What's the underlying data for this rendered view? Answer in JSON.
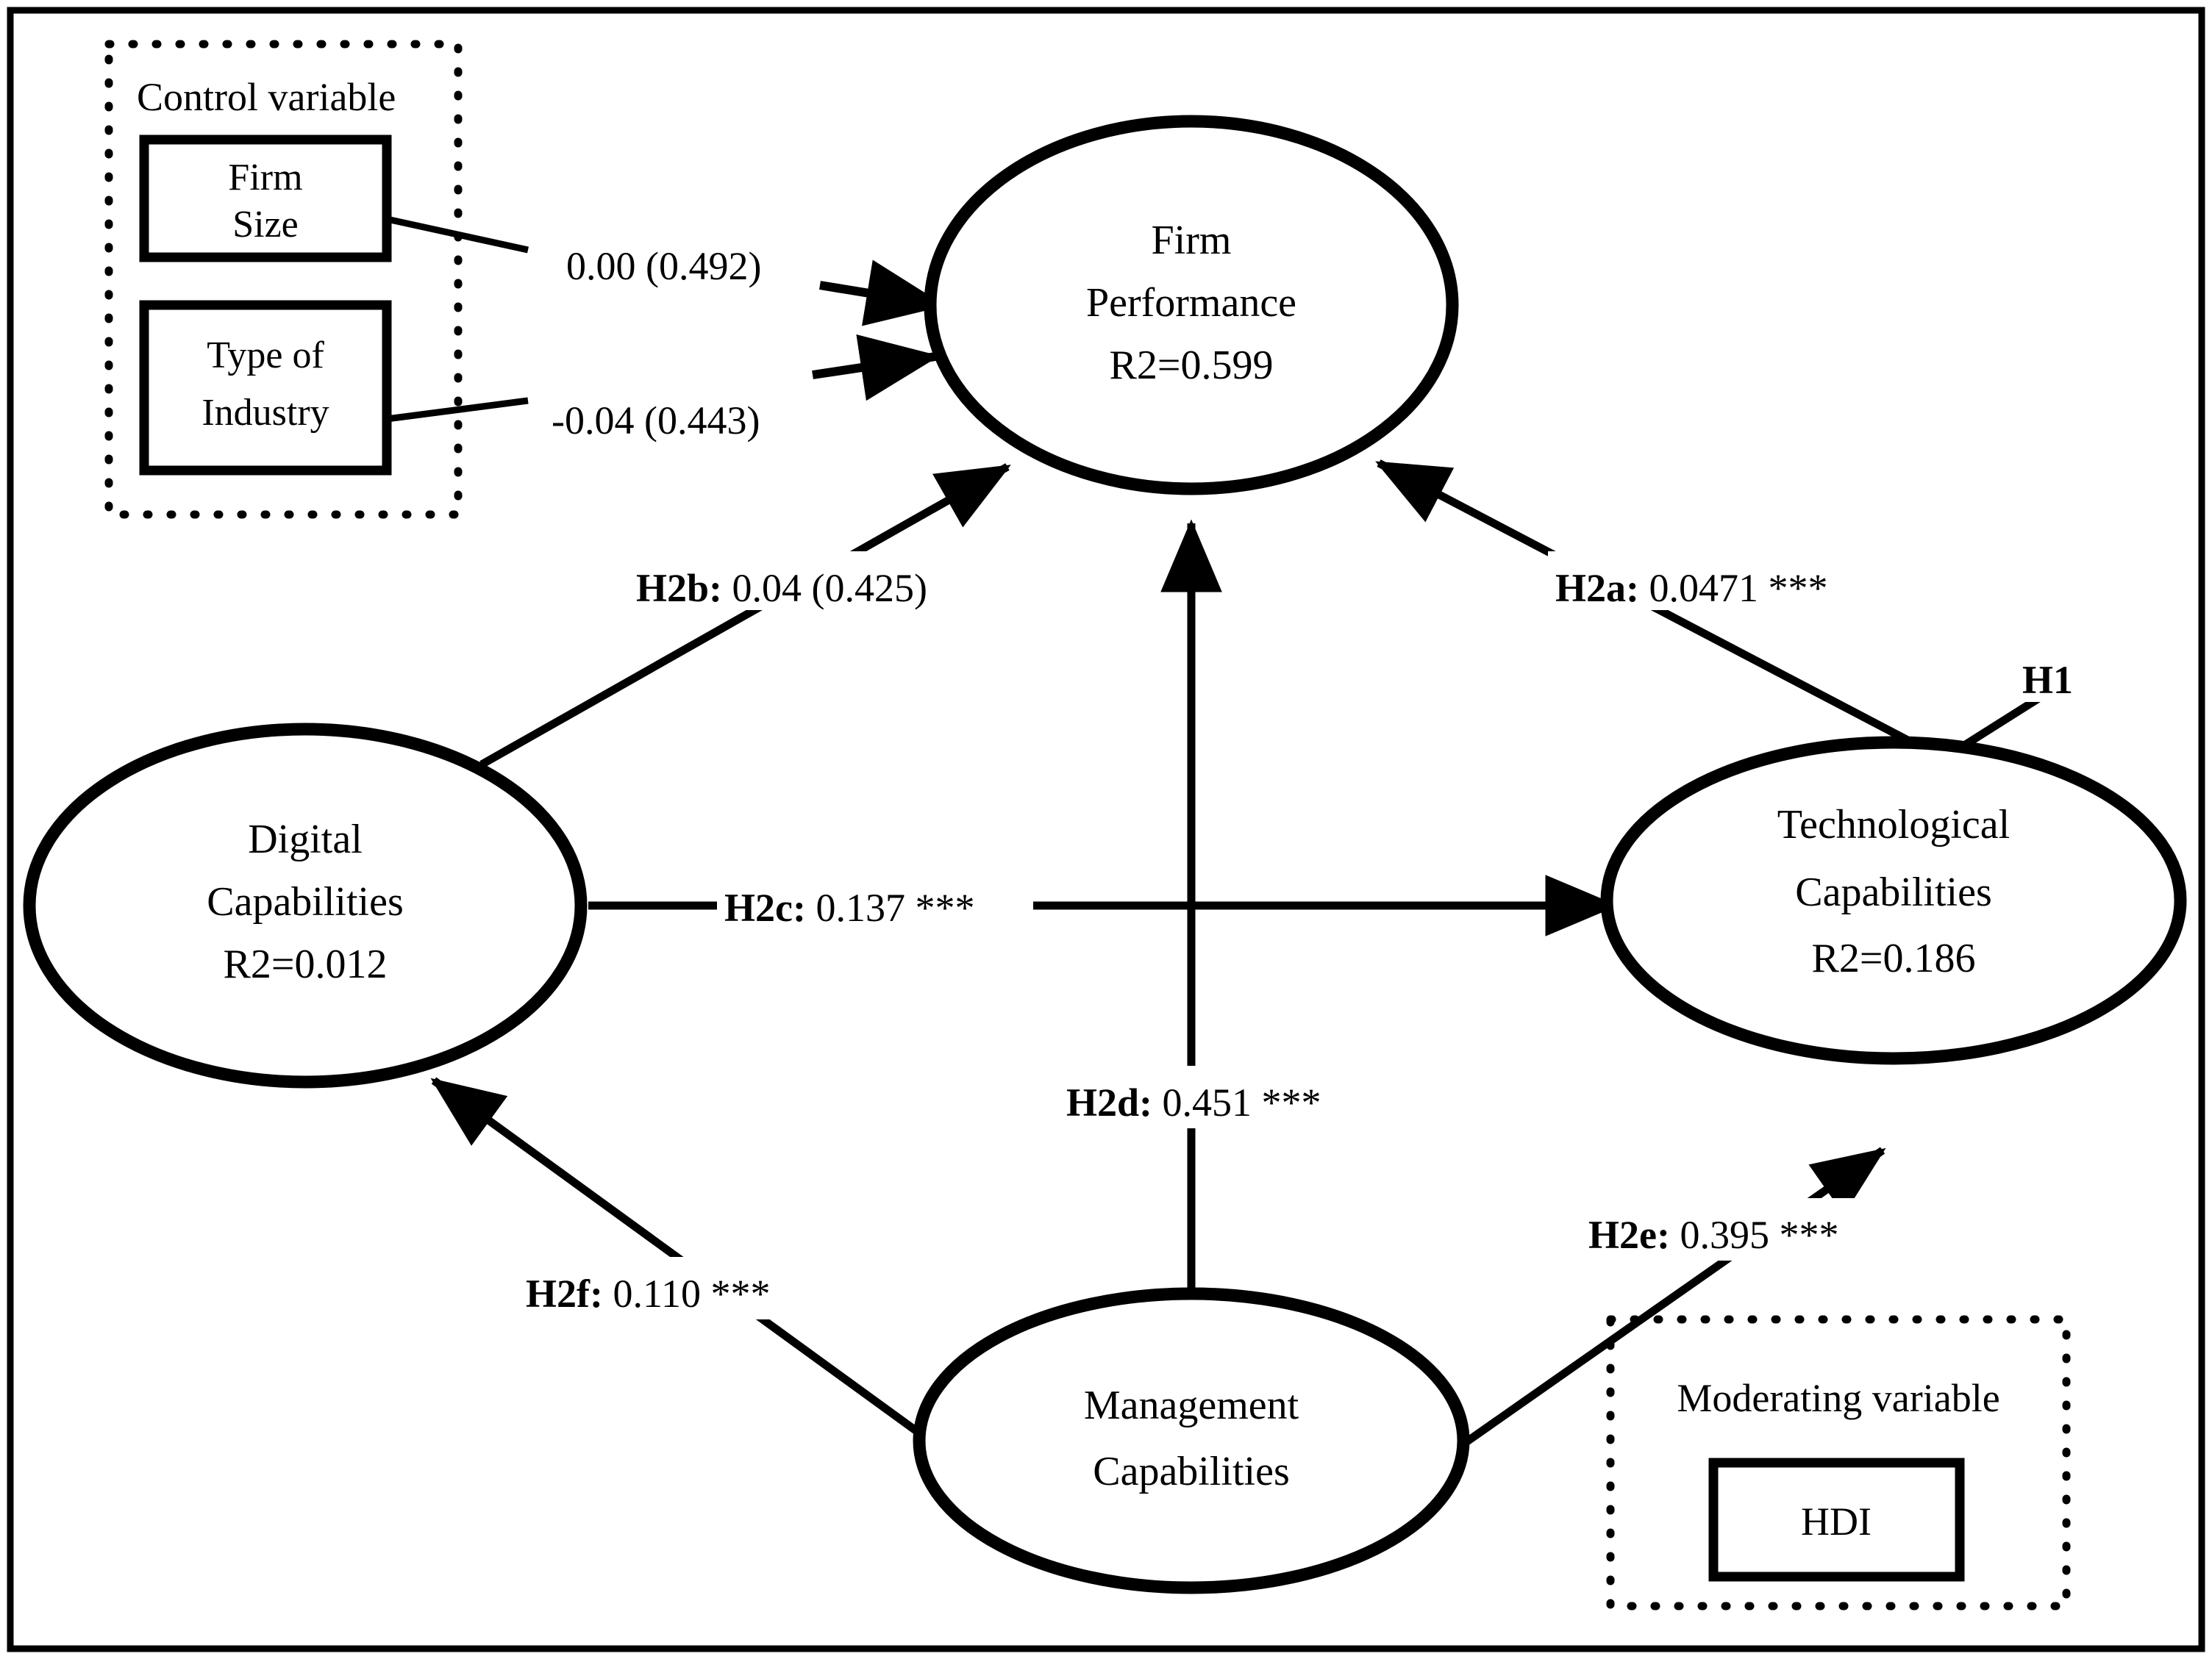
{
  "figure": {
    "type": "structural-equation-model-path-diagram",
    "background_color": "#ffffff",
    "stroke_color": "#000000"
  },
  "control_panel": {
    "title": "Control variable",
    "boxes": [
      {
        "id": "firm-size",
        "line1": "Firm",
        "line2": "Size"
      },
      {
        "id": "type-of-industry",
        "line1": "Type of",
        "line2": "Industry"
      }
    ]
  },
  "moderating_panel": {
    "title": "Moderating variable",
    "boxes": [
      {
        "id": "hdi",
        "line1": "HDI"
      }
    ]
  },
  "constructs": [
    {
      "id": "firm-performance",
      "line1": "Firm",
      "line2": "Performance",
      "line3": "R2=0.599",
      "r2": 0.599
    },
    {
      "id": "digital-capabilities",
      "line1": "Digital",
      "line2": "Capabilities",
      "line3": "R2=0.012",
      "r2": 0.012
    },
    {
      "id": "technological-capabilities",
      "line1": "Technological",
      "line2": "Capabilities",
      "line3": "R2=0.186",
      "r2": 0.186
    },
    {
      "id": "management-capabilities",
      "line1": "Management",
      "line2": "Capabilities",
      "line3": "",
      "r2": null
    }
  ],
  "control_paths": [
    {
      "id": "firm-size-to-performance",
      "label": "0.00 (0.492)",
      "coefficient": 0.0,
      "p_value": 0.492
    },
    {
      "id": "type-of-industry-to-performance",
      "label": "-0.04 (0.443)",
      "coefficient": -0.04,
      "p_value": 0.443
    }
  ],
  "hypotheses": [
    {
      "id": "h2a",
      "prefix": "H2a:",
      "value": " 0.0471 ***",
      "coefficient": 0.0471,
      "significance": "***",
      "from": "technological-capabilities",
      "to": "firm-performance"
    },
    {
      "id": "h2b",
      "prefix": "H2b:",
      "value": " 0.04 (0.425)",
      "coefficient": 0.04,
      "p_value": 0.425,
      "significance": "",
      "from": "digital-capabilities",
      "to": "firm-performance"
    },
    {
      "id": "h2c",
      "prefix": "H2c:",
      "value": " 0.137 ***",
      "coefficient": 0.137,
      "significance": "***",
      "from": "digital-capabilities",
      "to": "technological-capabilities"
    },
    {
      "id": "h2d",
      "prefix": "H2d:",
      "value": " 0.451 ***",
      "coefficient": 0.451,
      "significance": "***",
      "from": "management-capabilities",
      "to": "firm-performance"
    },
    {
      "id": "h2e",
      "prefix": "H2e:",
      "value": " 0.395 ***",
      "coefficient": 0.395,
      "significance": "***",
      "from": "management-capabilities",
      "to": "technological-capabilities"
    },
    {
      "id": "h2f",
      "prefix": "H2f:",
      "value": " 0.110 ***",
      "coefficient": 0.11,
      "significance": "***",
      "from": "management-capabilities",
      "to": "digital-capabilities"
    },
    {
      "id": "h1",
      "prefix": "H1",
      "value": "",
      "coefficient": null,
      "significance": "",
      "from": "hdi",
      "to": "technological-capabilities"
    }
  ]
}
